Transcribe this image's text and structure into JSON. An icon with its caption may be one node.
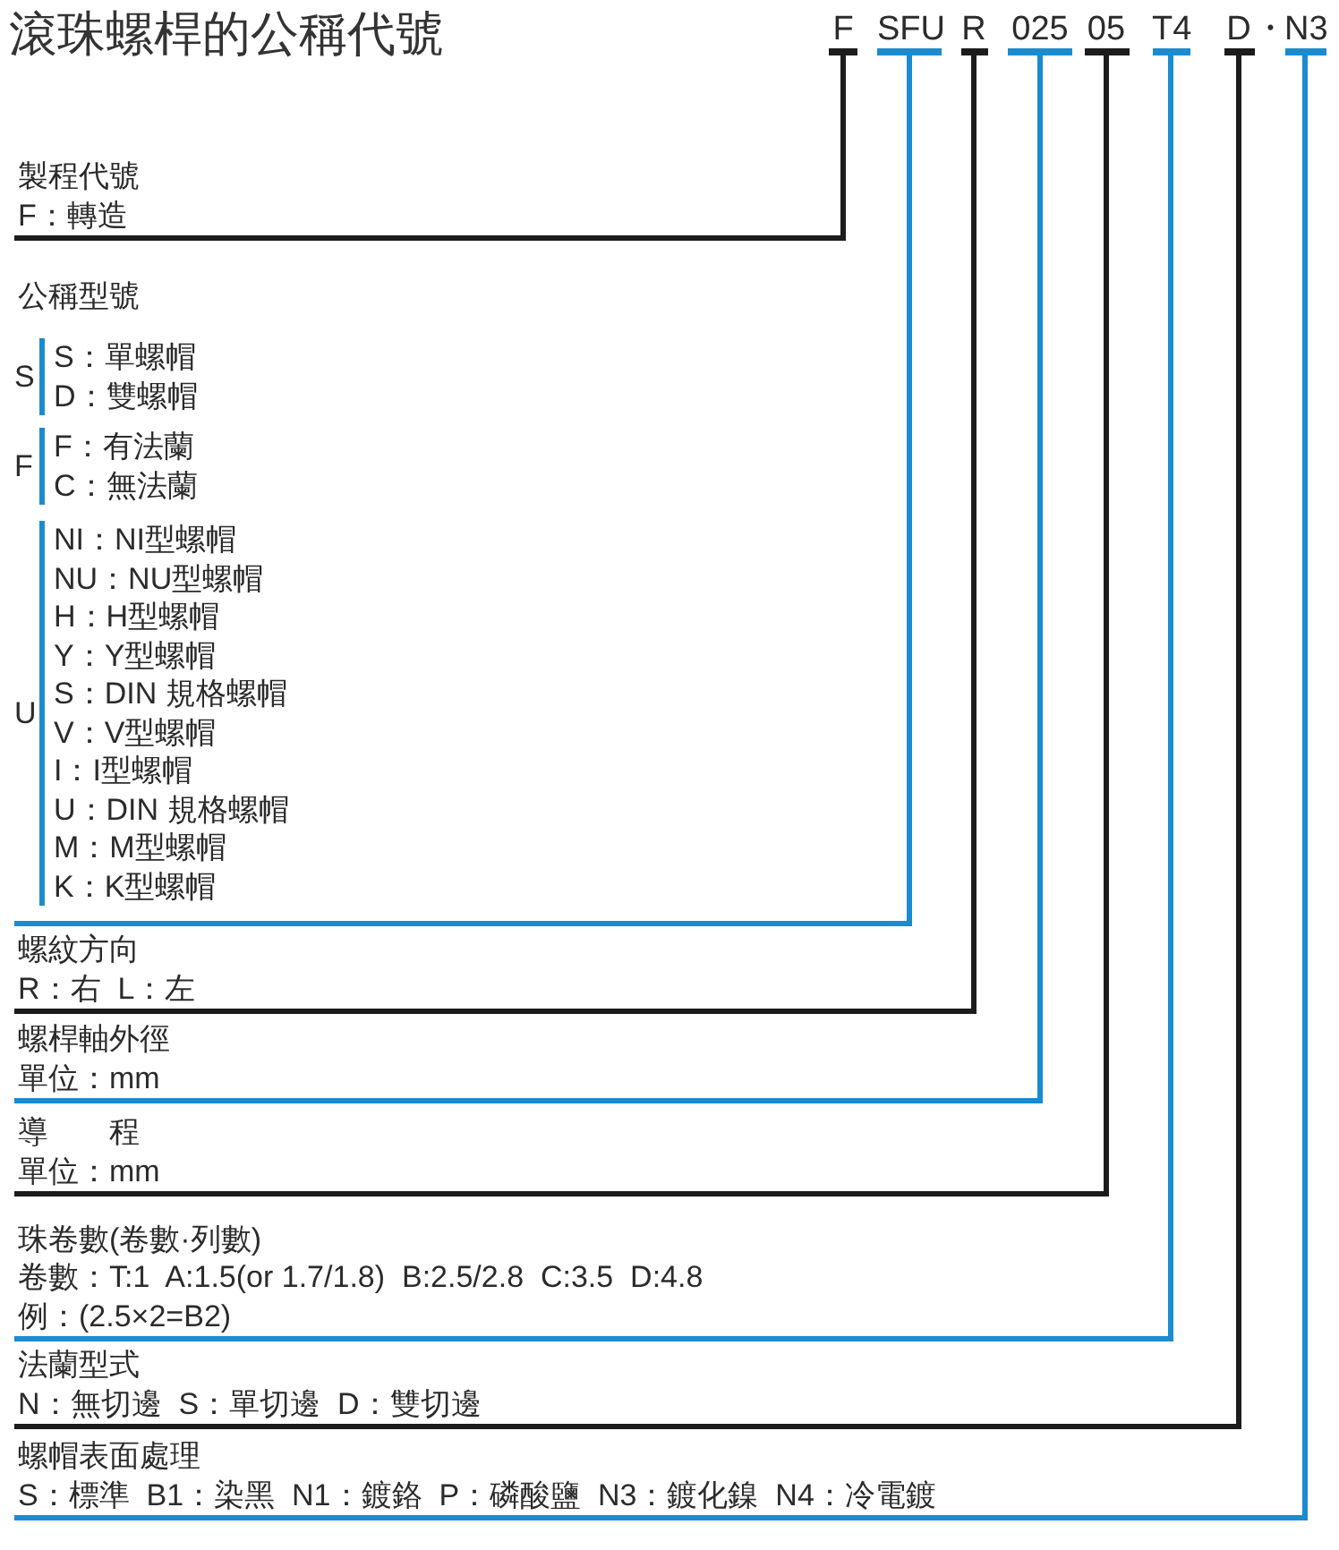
{
  "diagram": {
    "title": "滾珠螺桿的公稱代號",
    "nodes": [
      {
        "text": [
          "F"
        ]
      },
      {
        "text": [
          "SFU"
        ]
      },
      {
        "text": [
          "R"
        ]
      },
      {
        "text": [
          "025"
        ]
      },
      {
        "text": [
          "05"
        ]
      },
      {
        "text": [
          "T4"
        ]
      },
      {
        "text": [
          "D"
        ]
      },
      {
        "text": [
          "N3"
        ]
      },
      {
        "text": [
          "製程代號",
          "F：轉造"
        ]
      },
      {
        "text": [
          "公稱型號"
        ]
      },
      {
        "text": [
          "S：單螺帽",
          "D：雙螺帽"
        ],
        "beside": [
          "S"
        ],
        "in": 9
      },
      {
        "text": [
          "F：有法蘭",
          "C：無法蘭"
        ],
        "beside": [
          "F"
        ],
        "in": 9
      },
      {
        "text": [
          "NI：NI型螺帽",
          "NU：NU型螺帽",
          "H：H型螺帽",
          "Y：Y型螺帽",
          "S：DIN 規格螺帽",
          "V：V型螺帽",
          "I：I型螺帽",
          "U：DIN 規格螺帽",
          "M：M型螺帽",
          "K：K型螺帽"
        ],
        "beside": [
          "U"
        ],
        "in": 9
      },
      {
        "text": [
          "螺紋方向",
          "R：右  L：左"
        ]
      },
      {
        "text": [
          "螺桿軸外徑",
          "單位：mm"
        ]
      },
      {
        "text": [
          "導　　程",
          "單位：mm"
        ]
      },
      {
        "text": [
          "珠卷數(卷數·列數)",
          "卷數：T:1  A:1.5(or 1.7/1.8)  B:2.5/2.8  C:3.5  D:4.8",
          "例：(2.5×2=B2)"
        ]
      },
      {
        "text": [
          "法蘭型式",
          "N：無切邊  S：單切邊  D：雙切邊"
        ]
      },
      {
        "text": [
          "螺帽表面處理",
          "S：標準  B1：染黑  N1：鍍鉻  P：磷酸鹽  N3：鍍化鎳  N4：冷電鍍"
        ]
      }
    ],
    "edges": [
      {
        "from": 0,
        "to": 8,
        "arrow": "none"
      },
      {
        "from": 1,
        "to": 9,
        "arrow": "none",
        "color": "#1b8bd0"
      },
      {
        "from": 2,
        "to": 13,
        "arrow": "none"
      },
      {
        "from": 3,
        "to": 14,
        "arrow": "none",
        "color": "#1b8bd0"
      },
      {
        "from": 4,
        "to": 15,
        "arrow": "none"
      },
      {
        "from": 5,
        "to": 16,
        "arrow": "none",
        "color": "#1b8bd0"
      },
      {
        "from": 6,
        "to": 17,
        "arrow": "none"
      },
      {
        "from": 7,
        "to": 18,
        "arrow": "none",
        "color": "#1b8bd0"
      }
    ],
    "labels": [
      "・"
    ]
  }
}
